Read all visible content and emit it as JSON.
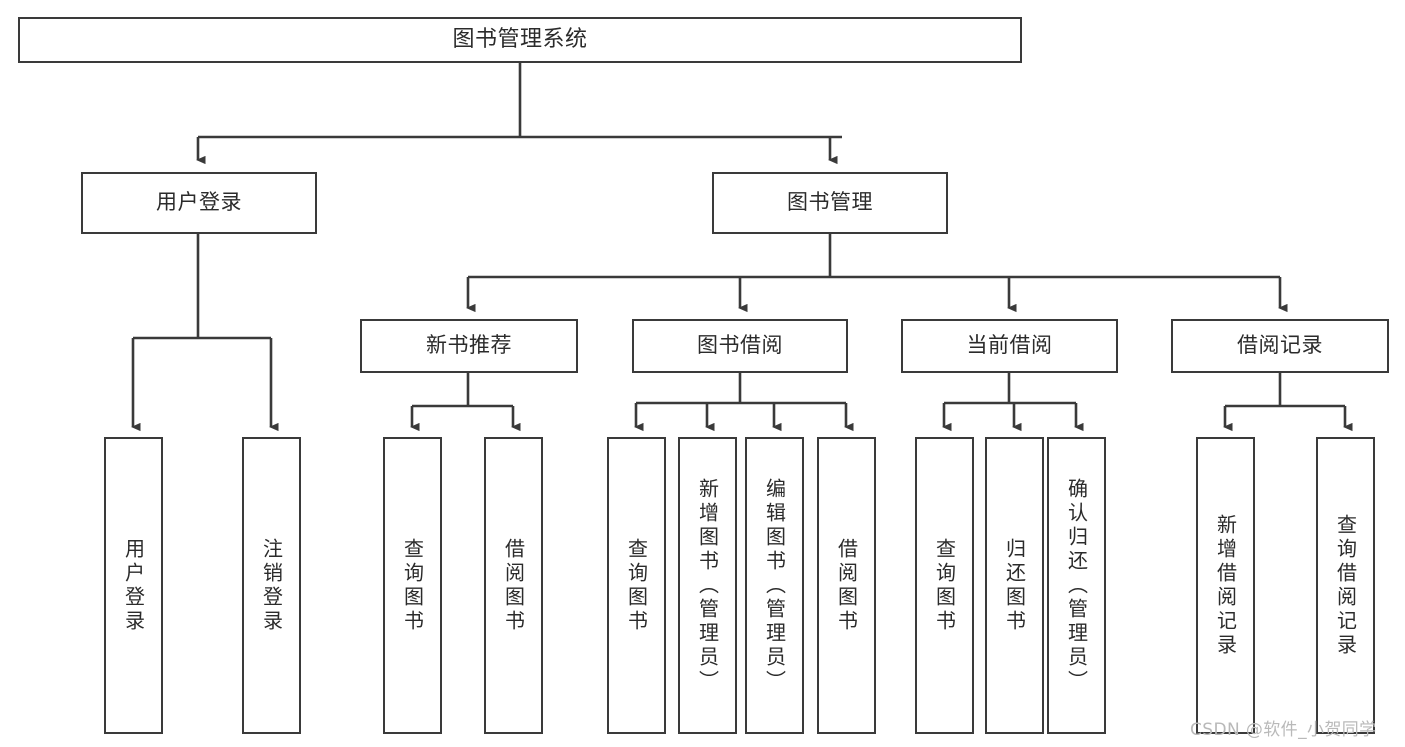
{
  "diagram": {
    "title": "图书管理系统",
    "type": "tree-hierarchy-chart",
    "orientation": "top-down",
    "colors": {
      "box_stroke": "#3a3a3a",
      "box_fill": "#ffffff",
      "connector": "#3a3a3a",
      "text": "#2b2b2b",
      "watermark": "#b9b9b9",
      "background": "#ffffff"
    },
    "root": {
      "label": "图书管理系统"
    },
    "level2": [
      {
        "label": "用户登录"
      },
      {
        "label": "图书管理"
      }
    ],
    "level3": [
      {
        "label": "新书推荐"
      },
      {
        "label": "图书借阅"
      },
      {
        "label": "当前借阅"
      },
      {
        "label": "借阅记录"
      }
    ],
    "leaves": {
      "user_login": [
        {
          "label": "用户登录"
        },
        {
          "label": "注销登录"
        }
      ],
      "new_book_recommend": [
        {
          "label": "查询图书"
        },
        {
          "label": "借阅图书"
        }
      ],
      "book_borrow": [
        {
          "label": "查询图书"
        },
        {
          "label": "新增图书（管理员）"
        },
        {
          "label": "编辑图书（管理员）"
        },
        {
          "label": "借阅图书"
        }
      ],
      "current_borrow": [
        {
          "label": "查询图书"
        },
        {
          "label": "归还图书"
        },
        {
          "label": "确认归还（管理员）"
        }
      ],
      "borrow_record": [
        {
          "label": "新增借阅记录"
        },
        {
          "label": "查询借阅记录"
        }
      ]
    },
    "watermark": "CSDN @软件_小贺同学"
  }
}
